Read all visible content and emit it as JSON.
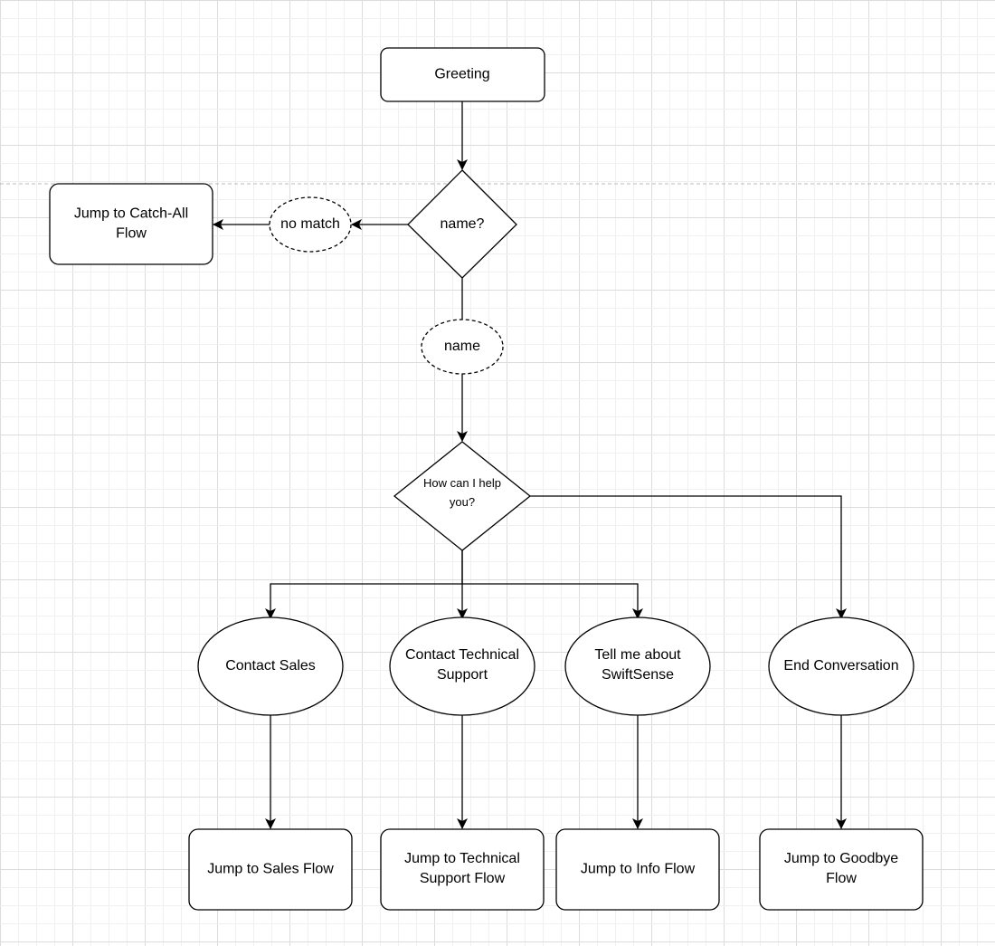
{
  "colors": {
    "grid_minor": "#f0f0f0",
    "grid_major": "#dcdcdc",
    "stroke": "#000000",
    "fill": "#ffffff",
    "page_break": "#b8b8b8"
  },
  "nodes": {
    "greeting": {
      "lines": [
        "Greeting"
      ]
    },
    "name_question": {
      "lines": [
        "name?"
      ]
    },
    "no_match": {
      "lines": [
        "no match"
      ]
    },
    "catch_all": {
      "lines": [
        "Jump to Catch-All",
        "Flow"
      ]
    },
    "name_answer": {
      "lines": [
        "name"
      ]
    },
    "help_question": {
      "lines": [
        "How can I help",
        "you?"
      ]
    },
    "contact_sales": {
      "lines": [
        "Contact Sales"
      ]
    },
    "contact_support": {
      "lines": [
        "Contact Technical",
        "Support"
      ]
    },
    "tell_me": {
      "lines": [
        "Tell me about",
        "SwiftSense"
      ]
    },
    "end_conversation": {
      "lines": [
        "End Conversation"
      ]
    },
    "sales_flow": {
      "lines": [
        "Jump to Sales Flow"
      ]
    },
    "support_flow": {
      "lines": [
        "Jump to Technical",
        "Support Flow"
      ]
    },
    "info_flow": {
      "lines": [
        "Jump to Info Flow"
      ]
    },
    "goodbye_flow": {
      "lines": [
        "Jump to Goodbye",
        "Flow"
      ]
    }
  }
}
